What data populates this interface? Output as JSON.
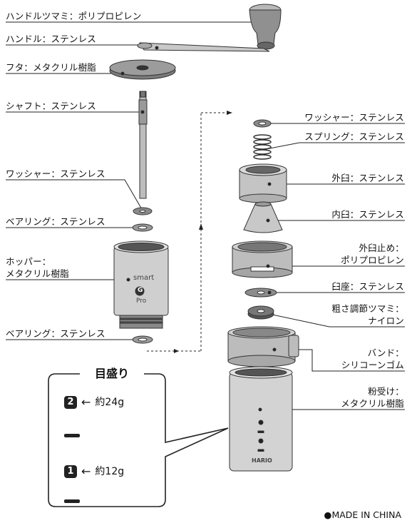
{
  "labels": {
    "handle_knob": "ハンドルツマミ：ポリプロピレン",
    "handle": "ハンドル：ステンレス",
    "lid": "フタ：メタクリル樹脂",
    "shaft": "シャフト：ステンレス",
    "washer_left": "ワッシャー：ステンレス",
    "bearing_upper": "ベアリング：ステンレス",
    "hopper_line1": "ホッパー：",
    "hopper_line2": "メタクリル樹脂",
    "bearing_lower": "ベアリング：ステンレス",
    "washer_right": "ワッシャー：ステンレス",
    "spring": "スプリング：ステンレス",
    "outer_burr": "外臼：ステンレス",
    "inner_burr": "内臼：ステンレス",
    "outer_stop_line1": "外臼止め：",
    "outer_stop_line2": "ポリプロピレン",
    "burr_seat": "臼座：ステンレス",
    "adjust_line1": "粗さ調節ツマミ：",
    "adjust_line2": "ナイロン",
    "band_line1": "バンド：",
    "band_line2": "シリコーンゴム",
    "catcher_line1": "粉受け：",
    "catcher_line2": "メタクリル樹脂"
  },
  "hopper_print": {
    "line1": "smart",
    "logo": "G",
    "line2": "Pro"
  },
  "catcher_print": {
    "brand": "HARIO"
  },
  "callout": {
    "title": "目盛り",
    "grade2_num": "2",
    "grade2_arrow": "←",
    "grade2_text": "約24g",
    "grade1_num": "1",
    "grade1_arrow": "←",
    "grade1_text": "約12g"
  },
  "footer": "●MADE IN CHINA",
  "icons": {
    "arrow": "left-arrow-icon"
  }
}
